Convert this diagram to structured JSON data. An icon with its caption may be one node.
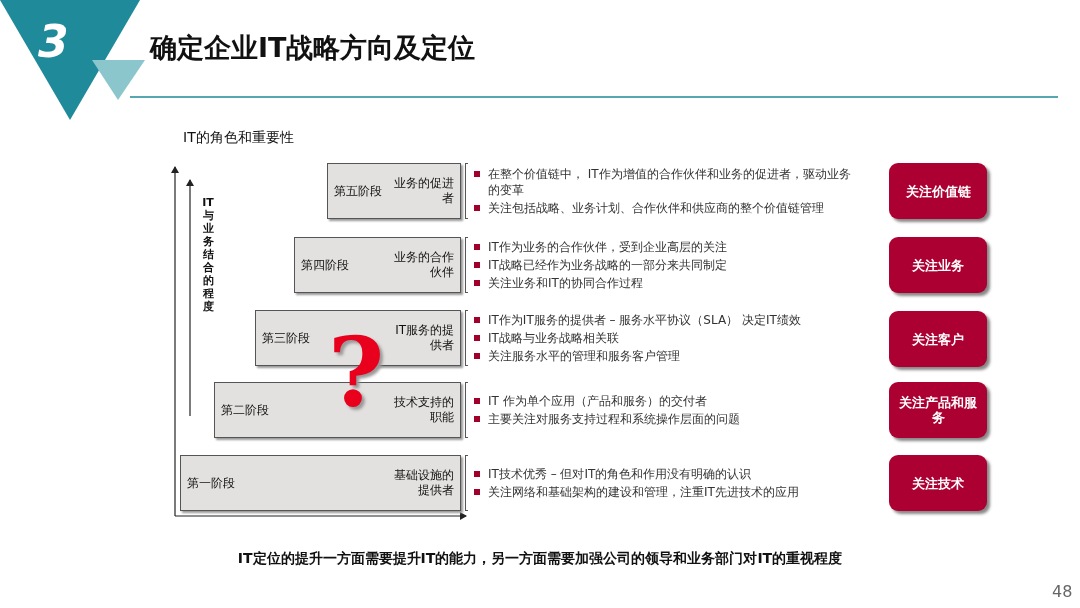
{
  "diagram": {
    "title": "确定企业IT战略方向及定位",
    "caption": "IT定位的提升一方面需要提升IT的能力，另一方面需要加强公司的领导和业务部门对IT的重视程度",
    "nodes": [
      {
        "text": [
          "第五阶段",
          "业务的促进者"
        ],
        "beside": [
          "在整个价值链中， IT作为增值的合作伙伴和业务的促进者，驱动业务的变革",
          "关注包括战略、业务计划、合作伙伴和供应商的整个价值链管理"
        ]
      },
      {
        "text": [
          "第四阶段",
          "业务的合作伙伴"
        ],
        "beside": [
          "IT作为业务的合作伙伴，受到企业高层的关注",
          "IT战略已经作为业务战略的一部分来共同制定",
          "关注业务和IT的协同合作过程"
        ]
      },
      {
        "text": [
          "第三阶段",
          "IT服务的提供者"
        ],
        "beside": [
          "IT作为IT服务的提供者 – 服务水平协议（SLA） 决定IT绩效",
          "IT战略与业务战略相关联",
          "关注服务水平的管理和服务客户管理"
        ]
      },
      {
        "text": [
          "第二阶段",
          "技术支持的职能"
        ],
        "beside": [
          "IT 作为单个应用（产品和服务）的交付者",
          "主要关注对服务支持过程和系统操作层面的问题"
        ]
      },
      {
        "text": [
          "第一阶段",
          "基础设施的提供者"
        ],
        "beside": [
          "IT技术优秀 – 但对IT的角色和作用没有明确的认识",
          "关注网络和基础架构的建设和管理，注重IT先进技术的应用"
        ]
      },
      {
        "text": [
          "关注价值链"
        ]
      },
      {
        "text": [
          "关注业务"
        ]
      },
      {
        "text": [
          "关注客户"
        ]
      },
      {
        "text": [
          "关注产品和服务"
        ]
      },
      {
        "text": [
          "关注技术"
        ]
      }
    ],
    "edges": [],
    "labels": [
      "3",
      "IT的角色和重要性",
      "IT与业务结合的程度",
      "?",
      "48"
    ]
  }
}
